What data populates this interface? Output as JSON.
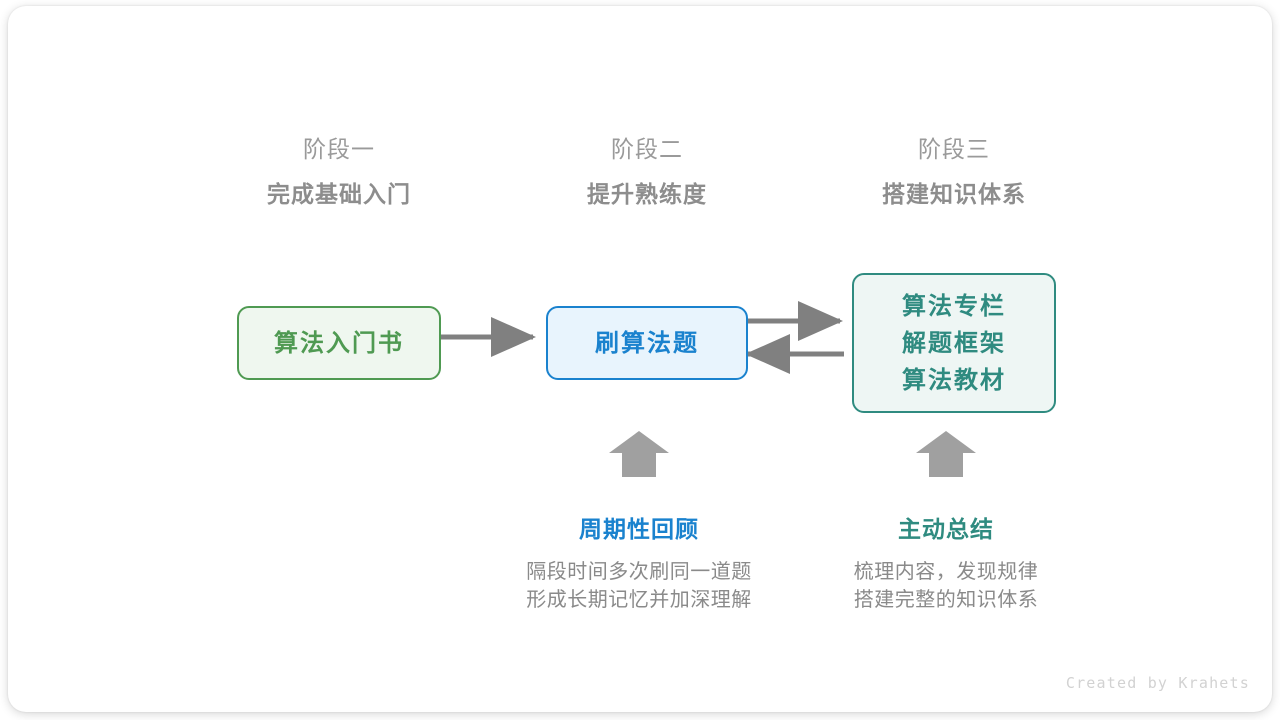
{
  "canvas": {
    "background": "#ffffff",
    "credit": "Created by Krahets"
  },
  "stages": [
    {
      "sub": "阶段一",
      "title": "完成基础入门"
    },
    {
      "sub": "阶段二",
      "title": "提升熟练度"
    },
    {
      "sub": "阶段三",
      "title": "搭建知识体系"
    }
  ],
  "nodes": {
    "book": {
      "lines": [
        "算法入门书"
      ],
      "color": "#4f9a52",
      "fill": "#eff7ef"
    },
    "practice": {
      "lines": [
        "刷算法题"
      ],
      "color": "#1a82ce",
      "fill": "#e8f4fd"
    },
    "system": {
      "lines": [
        "算法专栏",
        "解题框架",
        "算法教材"
      ],
      "color": "#2f8b80",
      "fill": "#eef6f4"
    }
  },
  "arrows": {
    "color": "#808080",
    "book_to_practice": "right",
    "practice_to_system": "right",
    "system_to_practice": "left",
    "up_arrow_review": "up",
    "up_arrow_summary": "up"
  },
  "annotations": [
    {
      "title": "周期性回顾",
      "color": "#1a82ce",
      "desc_line1": "隔段时间多次刷同一道题",
      "desc_line2": "形成长期记忆并加深理解"
    },
    {
      "title": "主动总结",
      "color": "#2f8b80",
      "desc_line1": "梳理内容，发现规律",
      "desc_line2": "搭建完整的知识体系"
    }
  ]
}
